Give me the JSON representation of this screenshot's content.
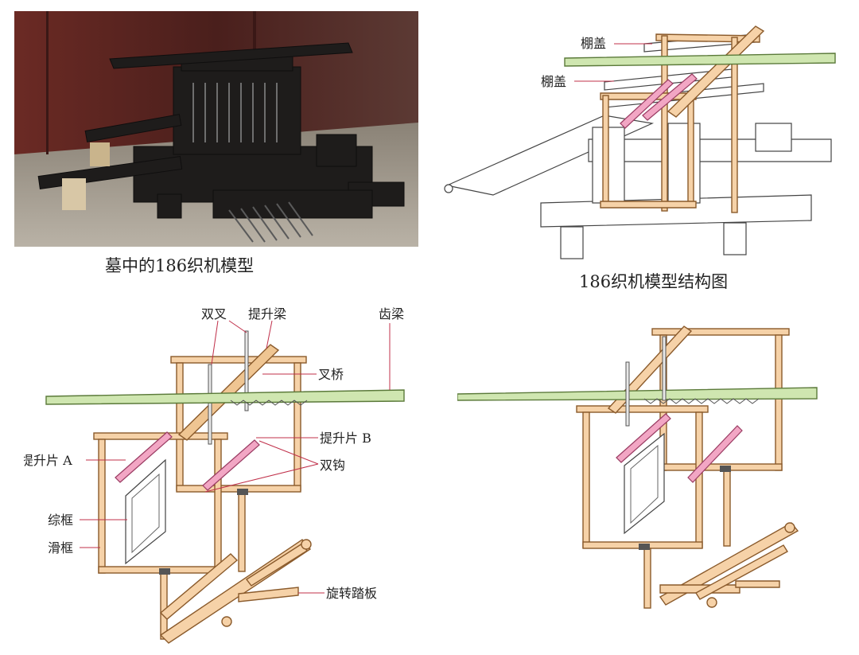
{
  "captions": {
    "photo": "墓中的186织机模型",
    "structure": "186织机模型结构图"
  },
  "structure_labels": {
    "top_cover": "棚盖",
    "mid_cover": "棚盖"
  },
  "parts": {
    "shuang_cha": "双叉",
    "tisheng_liang": "提升梁",
    "chi_liang": "齿梁",
    "cha_qiao": "叉桥",
    "tisheng_a": "提升片 A",
    "tisheng_b": "提升片 B",
    "shuang_gou": "双钩",
    "zong_kuang": "综框",
    "hua_kuang": "滑框",
    "xuanzhuan_taban": "旋转踏板"
  },
  "colors": {
    "wood": "#f6d2a8",
    "green": "#cfe6b0",
    "pink": "#f2a6c4",
    "leader": "#c0304a"
  }
}
